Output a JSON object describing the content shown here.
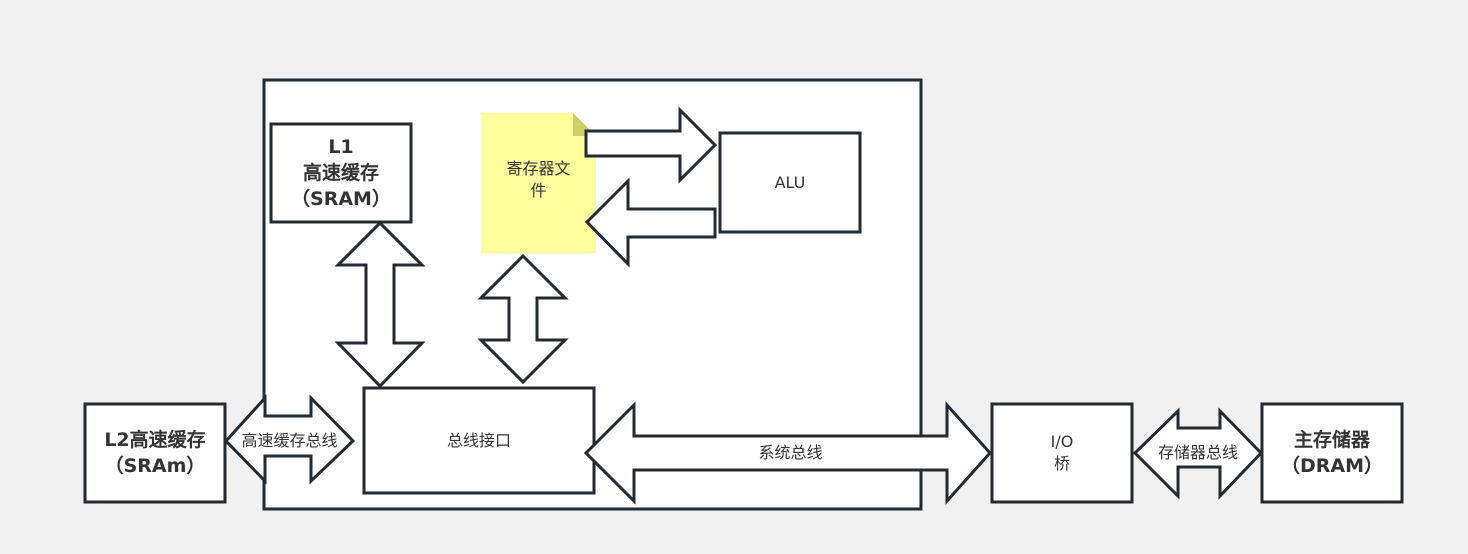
{
  "diagram": {
    "title": "CPU 存储层次结构示意图",
    "colors": {
      "background": "#f1f1f1",
      "stroke": "#232a31",
      "box_fill": "#ffffff",
      "note_fill": "#ffff9e",
      "note_fold": "#cfcf6a",
      "text": "#333333"
    },
    "nodes": {
      "l1_cache": {
        "line1": "L1",
        "line2": "高速缓存",
        "line3": "（SRAM）"
      },
      "register_file": {
        "label": "寄存器文\n件"
      },
      "alu": {
        "label": "ALU"
      },
      "bus_interface": {
        "label": "总线接口"
      },
      "l2_cache": {
        "line1": "L2高速缓存",
        "line2": "（SRAm）"
      },
      "io_bridge": {
        "label": "I/O\n桥"
      },
      "main_memory": {
        "line1": "主存储器",
        "line2": "（DRAM）"
      }
    },
    "edges": {
      "cache_bus": {
        "label": "高速缓存总线",
        "from": "l2_cache",
        "to": "bus_interface",
        "direction": "both"
      },
      "system_bus": {
        "label": "系统总线",
        "from": "bus_interface",
        "to": "io_bridge",
        "direction": "both"
      },
      "memory_bus": {
        "label": "存储器总线",
        "from": "io_bridge",
        "to": "main_memory",
        "direction": "both"
      },
      "reg_to_alu": {
        "label": "",
        "from": "register_file",
        "to": "alu",
        "direction": "forward"
      },
      "alu_to_reg": {
        "label": "",
        "from": "alu",
        "to": "register_file",
        "direction": "forward"
      },
      "l1_to_bus": {
        "label": "",
        "from": "l1_cache",
        "to": "bus_interface",
        "direction": "both"
      },
      "reg_to_bus": {
        "label": "",
        "from": "register_file",
        "to": "bus_interface",
        "direction": "both"
      }
    }
  }
}
